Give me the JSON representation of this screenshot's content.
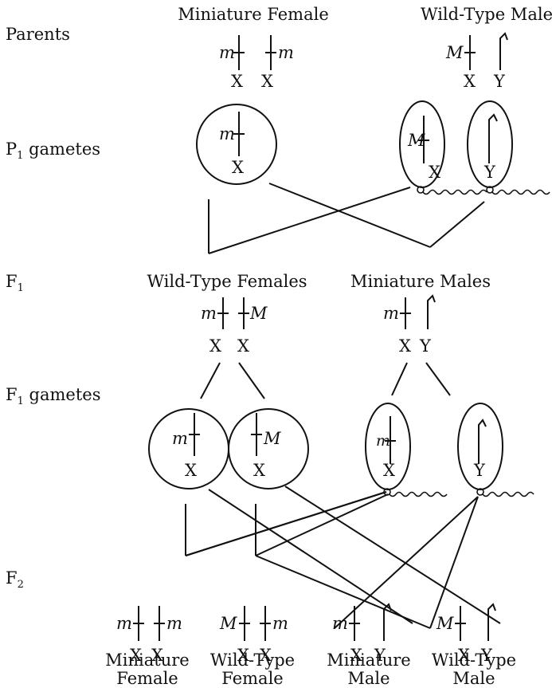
{
  "rows": {
    "parents": "Parents",
    "p1_gametes_main": "P",
    "p1_gametes_sub": "1",
    "p1_gametes_rest": " gametes",
    "f1_main": "F",
    "f1_sub": "1",
    "f1g_main": "F",
    "f1g_sub": "1",
    "f1g_rest": " gametes",
    "f2_main": "F",
    "f2_sub": "2"
  },
  "parents": {
    "female_title": "Miniature Female",
    "male_title": "Wild-Type Male"
  },
  "f1": {
    "female_title": "Wild-Type Females",
    "male_title": "Miniature Males"
  },
  "alleles": {
    "recessive": "m",
    "dominant": "M"
  },
  "chromosomes": {
    "x": "X",
    "y": "Y"
  },
  "f2": {
    "c1_line1": "Miniature",
    "c1_line2": "Female",
    "c2_line1": "Wild-Type",
    "c2_line2": "Female",
    "c3_line1": "Miniature",
    "c3_line2": "Male",
    "c4_line1": "Wild-Type",
    "c4_line2": "Male"
  }
}
